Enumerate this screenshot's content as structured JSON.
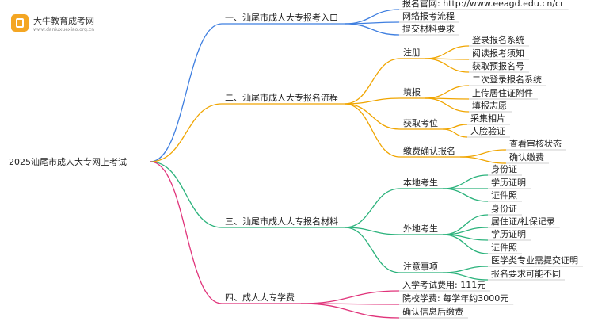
{
  "logo": {
    "title": "大牛教育成考网",
    "url": "www.daniuxuexiao.org.cn"
  },
  "root": {
    "label": "2025汕尾市成人大专网上考试"
  },
  "colors": {
    "blue": "#3f7fe0",
    "orange": "#f0a500",
    "green": "#2ab27b",
    "pink": "#e0337a",
    "underline": "#cfcfcf"
  },
  "branches": [
    {
      "label": "一、汕尾市成人大专报考入口",
      "color": "blue",
      "children": [
        {
          "label": "报名官网: http://www.eeagd.edu.cn/cr"
        },
        {
          "label": "网络报考流程"
        },
        {
          "label": "提交材料要求"
        }
      ]
    },
    {
      "label": "二、汕尾市成人大专报名流程",
      "color": "orange",
      "children": [
        {
          "label": "注册",
          "children": [
            {
              "label": "登录报名系统"
            },
            {
              "label": "阅读报考须知"
            },
            {
              "label": "获取预报名号"
            }
          ]
        },
        {
          "label": "填报",
          "children": [
            {
              "label": "二次登录报名系统"
            },
            {
              "label": "上传居住证附件"
            },
            {
              "label": "填报志愿"
            }
          ]
        },
        {
          "label": "获取考位",
          "children": [
            {
              "label": "采集相片"
            },
            {
              "label": "人脸验证"
            }
          ]
        },
        {
          "label": "缴费确认报名",
          "children": [
            {
              "label": "查看审核状态"
            },
            {
              "label": "确认缴费"
            }
          ]
        }
      ]
    },
    {
      "label": "三、汕尾市成人大专报名材料",
      "color": "green",
      "children": [
        {
          "label": "本地考生",
          "children": [
            {
              "label": "身份证"
            },
            {
              "label": "学历证明"
            },
            {
              "label": "证件照"
            }
          ]
        },
        {
          "label": "外地考生",
          "children": [
            {
              "label": "身份证"
            },
            {
              "label": "居住证/社保记录"
            },
            {
              "label": "学历证明"
            },
            {
              "label": "证件照"
            }
          ]
        },
        {
          "label": "注意事项",
          "children": [
            {
              "label": "医学类专业需提交证明"
            },
            {
              "label": "报名要求可能不同"
            }
          ]
        }
      ]
    },
    {
      "label": "四、成人大专学费",
      "color": "pink",
      "children": [
        {
          "label": "入学考试费用: 111元"
        },
        {
          "label": "院校学费: 每学年约3000元"
        },
        {
          "label": "确认信息后缴费"
        }
      ]
    }
  ]
}
